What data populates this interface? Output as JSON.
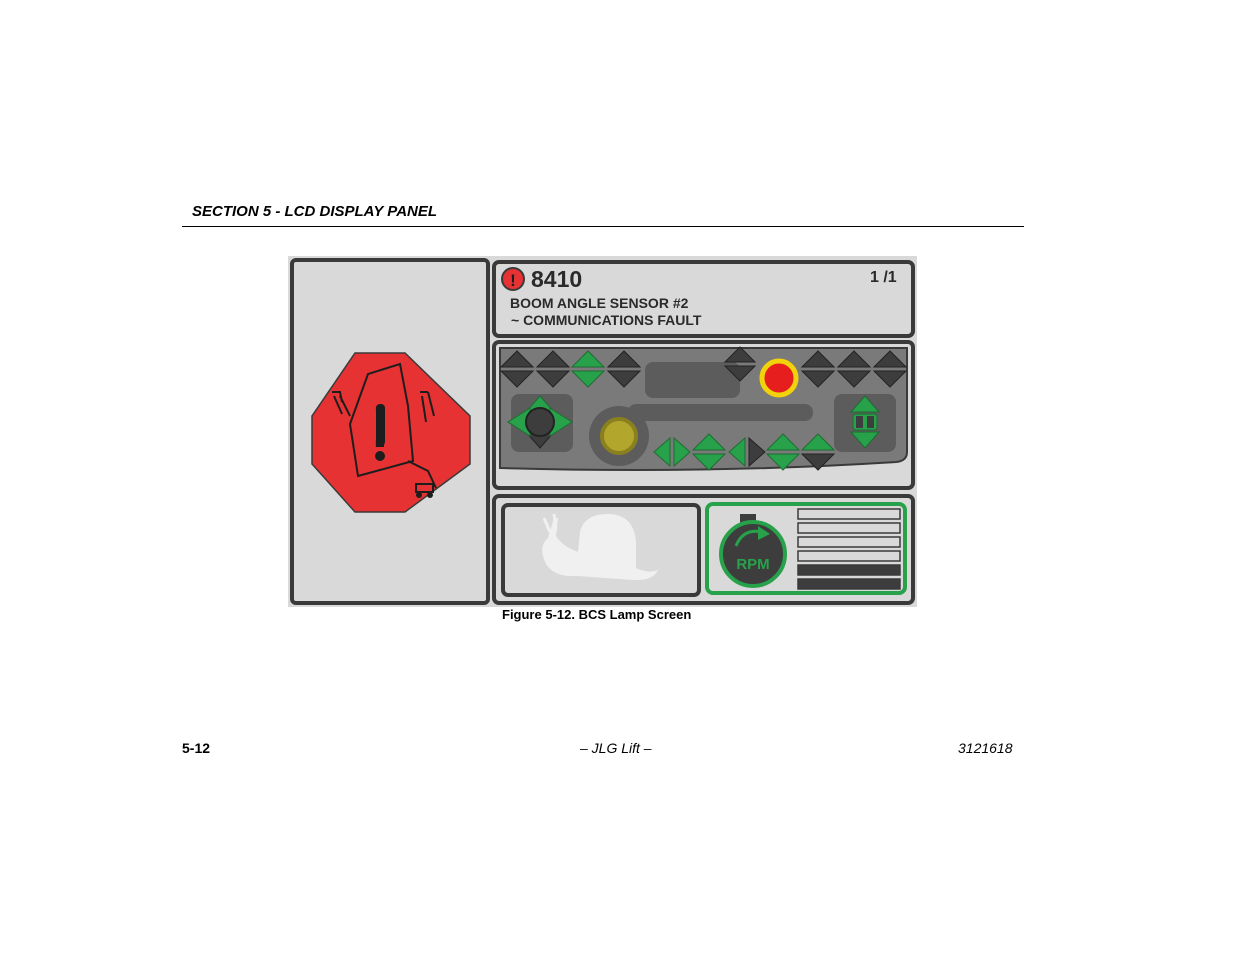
{
  "header": {
    "section_title": "SECTION 5 - LCD DISPLAY PANEL"
  },
  "screen": {
    "fault_code": "8410",
    "page_indicator": "1 /1",
    "fault_line1": "BOOM ANGLE SENSOR #2",
    "fault_line2": "~ COMMUNICATIONS FAULT",
    "warning_mark": "!",
    "rpm_label": "RPM",
    "colors": {
      "background": "#d9d9d9",
      "border": "#3a3a3a",
      "alarm_red": "#e63232",
      "active_green": "#27a24a",
      "inactive_dark": "#3d3d3d",
      "lamp_yellow": "#f2d20a",
      "control_gray": "#7a7a7a"
    }
  },
  "figure": {
    "caption": "Figure 5-12. BCS Lamp Screen"
  },
  "footer": {
    "page_number": "5-12",
    "center": "– JLG Lift –",
    "doc_number": "3121618"
  }
}
